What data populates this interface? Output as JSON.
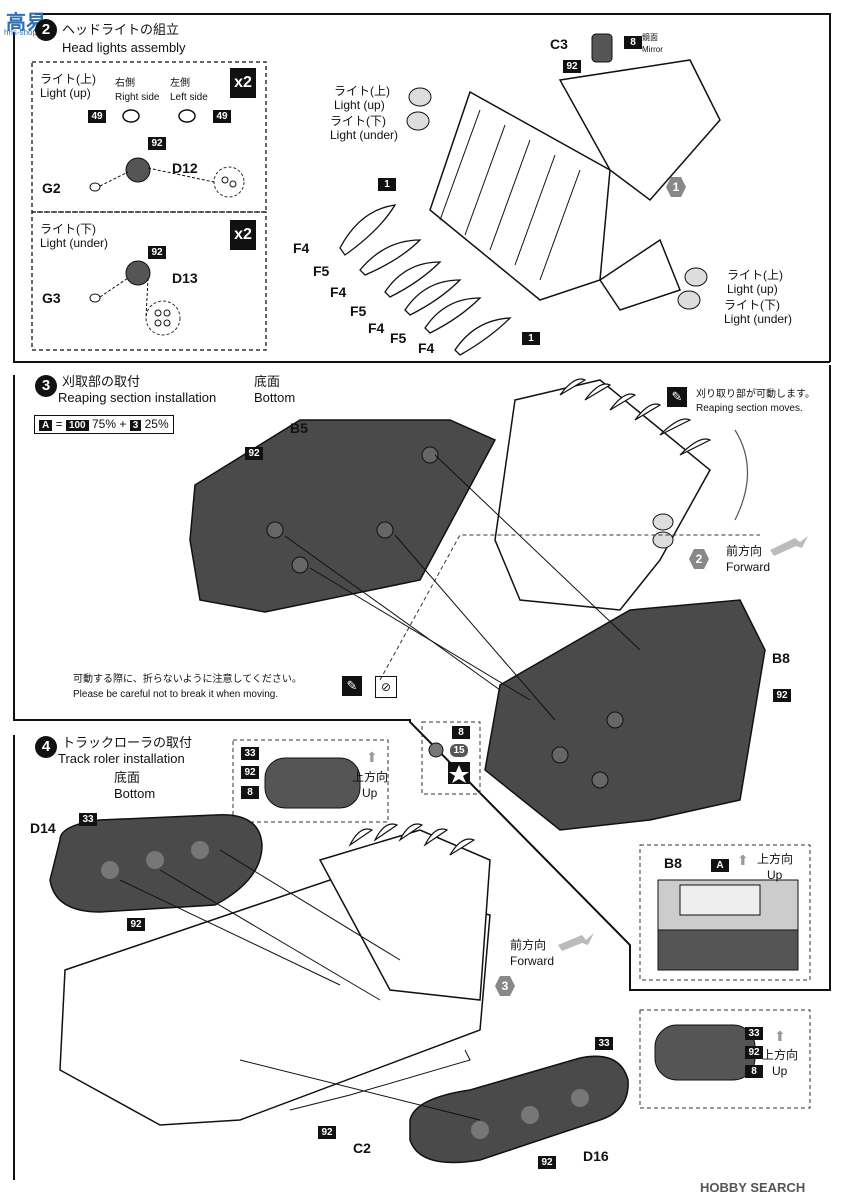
{
  "watermark": {
    "top": "高易",
    "sub": "hhs-shop.com",
    "bottom": "HOBBY SEARCH"
  },
  "step2": {
    "num": "2",
    "title_jp": "ヘッドライトの組立",
    "title_en": "Head lights assembly",
    "light_up_jp": "ライト(上)",
    "light_up_en": "Light (up)",
    "right_jp": "右側",
    "right_en": "Right side",
    "left_jp": "左側",
    "left_en": "Left side",
    "x2": "x2",
    "color_49": "49",
    "color_92": "92",
    "part_d12": "D12",
    "part_g2": "G2",
    "light_under_jp": "ライト(下)",
    "light_under_en": "Light (under)",
    "part_d13": "D13",
    "part_g3": "G3",
    "c3": "C3",
    "mirror_num": "8",
    "mirror_jp": "鏡面",
    "mirror_en": "Mirror",
    "ref1": "1",
    "f4": "F4",
    "f5": "F5",
    "light_up_main_jp": "ライト(上)",
    "light_up_main_en": "Light (up)",
    "light_under_main_jp": "ライト(下)",
    "light_under_main_en": "Light (under)"
  },
  "step3": {
    "num": "3",
    "title_jp": "刈取部の取付",
    "title_en": "Reaping section installation",
    "bottom_jp": "底面",
    "bottom_en": "Bottom",
    "mix_a": "A",
    "mix_eq": "=",
    "mix_100": "100",
    "mix_75": "75%",
    "mix_plus": "+",
    "mix_3": "3",
    "mix_25": "25%",
    "part_b5": "B5",
    "color_92": "92",
    "moves_jp": "刈り取り部が可動します。",
    "moves_en": "Reaping section moves.",
    "ref2": "2",
    "forward_jp": "前方向",
    "forward_en": "Forward",
    "part_b8": "B8",
    "careful_jp": "可動する際に、折らないように注意してください。",
    "careful_en": "Please be careful not to break it when moving.",
    "paint_8": "8",
    "paint_15": "15"
  },
  "step4": {
    "num": "4",
    "title_jp": "トラックローラの取付",
    "title_en": "Track roler installation",
    "bottom_jp": "底面",
    "bottom_en": "Bottom",
    "part_d14": "D14",
    "part_d16": "D16",
    "part_c2": "C2",
    "c33": "33",
    "c92": "92",
    "c8": "8",
    "up_jp": "上方向",
    "up_en": "Up",
    "forward_jp": "前方向",
    "forward_en": "Forward",
    "ref3": "3",
    "b8": "B8",
    "a": "A"
  }
}
